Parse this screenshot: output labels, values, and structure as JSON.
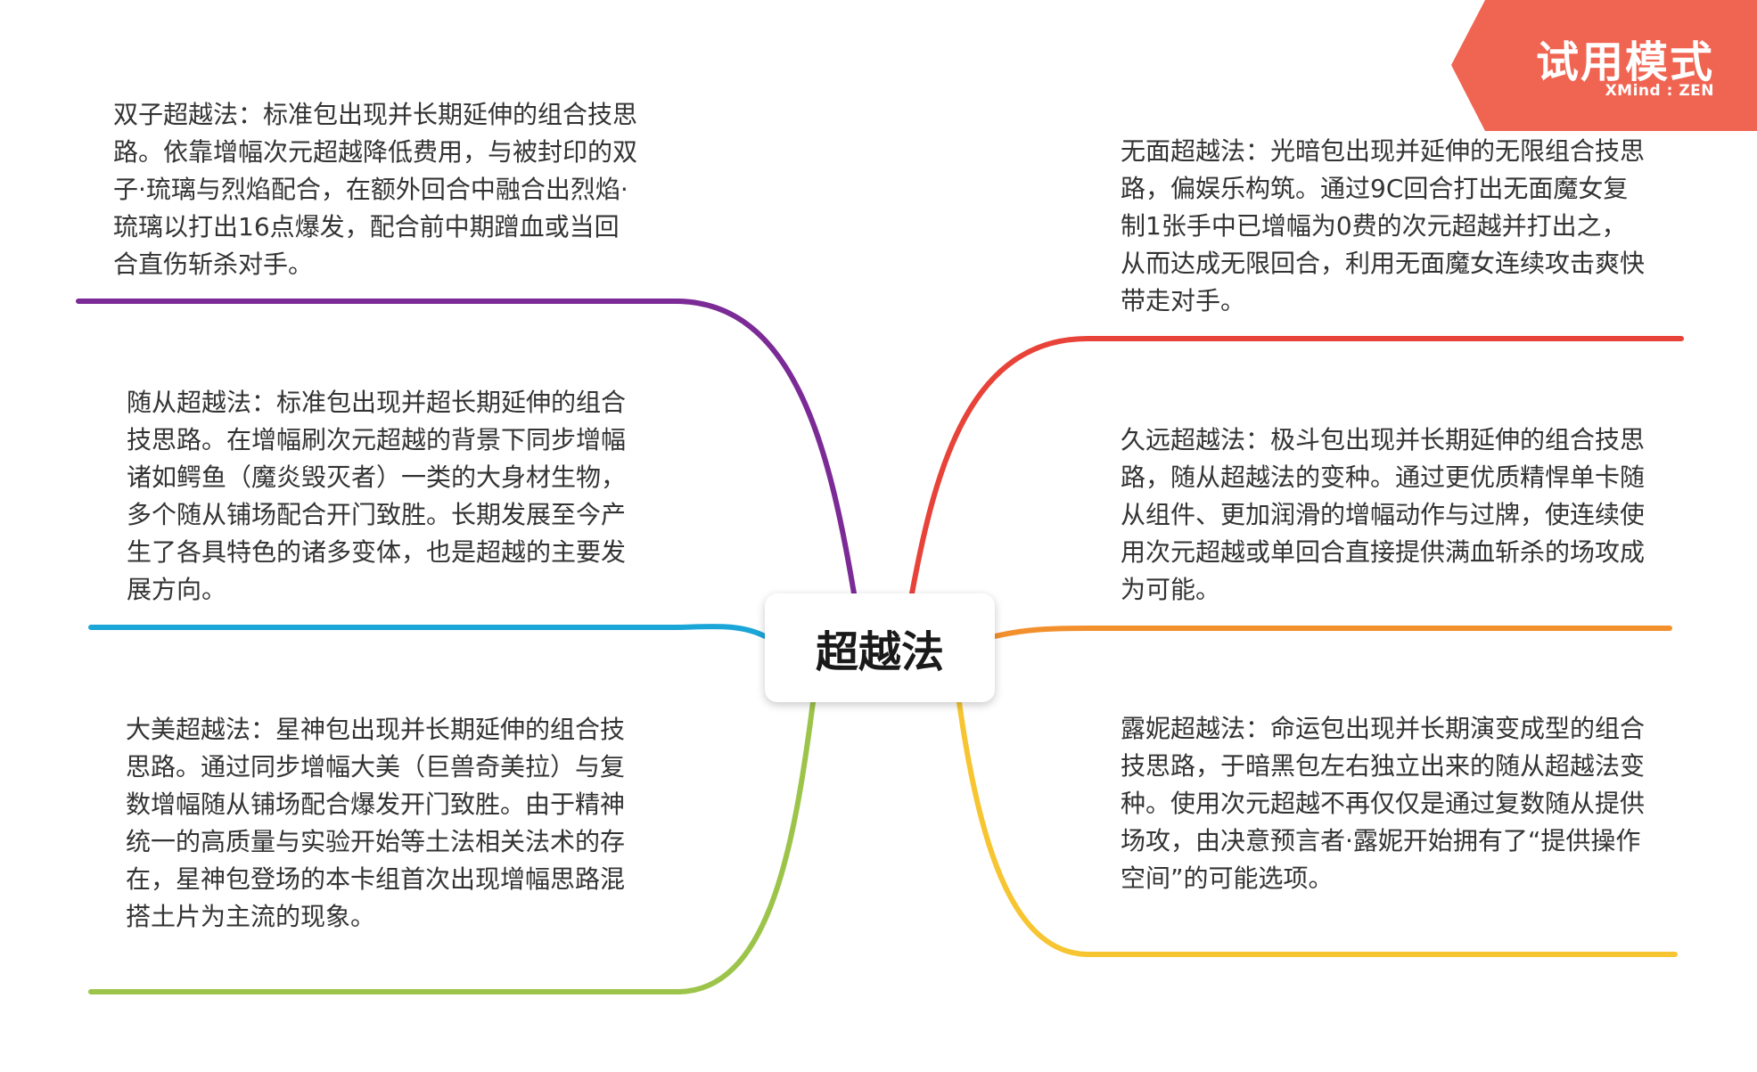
{
  "central_topic": "超越法",
  "topics": {
    "top_left": "双子超越法：标准包出现并长期延伸的组合技思路。依靠增幅次元超越降低费用，与被封印的双子·琉璃与烈焰配合，在额外回合中融合出烈焰·琉璃以打出16点爆发，配合前中期蹭血或当回合直伤斩杀对手。",
    "middle_left": "随从超越法：标准包出现并超长期延伸的组合技思路。在增幅刷次元超越的背景下同步增幅诸如鳄鱼（魔炎毁灭者）一类的大身材生物，多个随从铺场配合开门致胜。长期发展至今产生了各具特色的诸多变体，也是超越的主要发展方向。",
    "bottom_left": "大美超越法：星神包出现并长期延伸的组合技思路。通过同步增幅大美（巨兽奇美拉）与复数增幅随从铺场配合爆发开门致胜。由于精神统一的高质量与实验开始等土法相关法术的存在，星神包登场的本卡组首次出现增幅思路混搭土片为主流的现象。",
    "top_right": "无面超越法：光暗包出现并延伸的无限组合技思路，偏娱乐构筑。通过9C回合打出无面魔女复制1张手中已增幅为0费的次元超越并打出之，从而达成无限回合，利用无面魔女连续攻击爽快带走对手。",
    "middle_right": "久远超越法：极斗包出现并长期延伸的组合技思路，随从超越法的变种。通过更优质精悍单卡随从组件、更加润滑的增幅动作与过牌，使连续使用次元超越或单回合直接提供满血斩杀的场攻成为可能。",
    "bottom_right": "露妮超越法：命运包出现并长期演变成型的组合技思路，于暗黑包左右独立出来的随从超越法变种。使用次元超越不再仅仅是通过复数随从提供场攻，由决意预言者·露妮开始拥有了“提供操作空间”的可能选项。"
  },
  "branch_colors": {
    "top_left": "#7B2A96",
    "middle_left": "#1BA6D8",
    "bottom_left": "#9DC44A",
    "top_right": "#E84339",
    "middle_right": "#F3902E",
    "bottom_right": "#F7C531"
  },
  "watermark": {
    "title": "试用模式",
    "brand": "XMind : ZEN",
    "color": "#F06452"
  }
}
